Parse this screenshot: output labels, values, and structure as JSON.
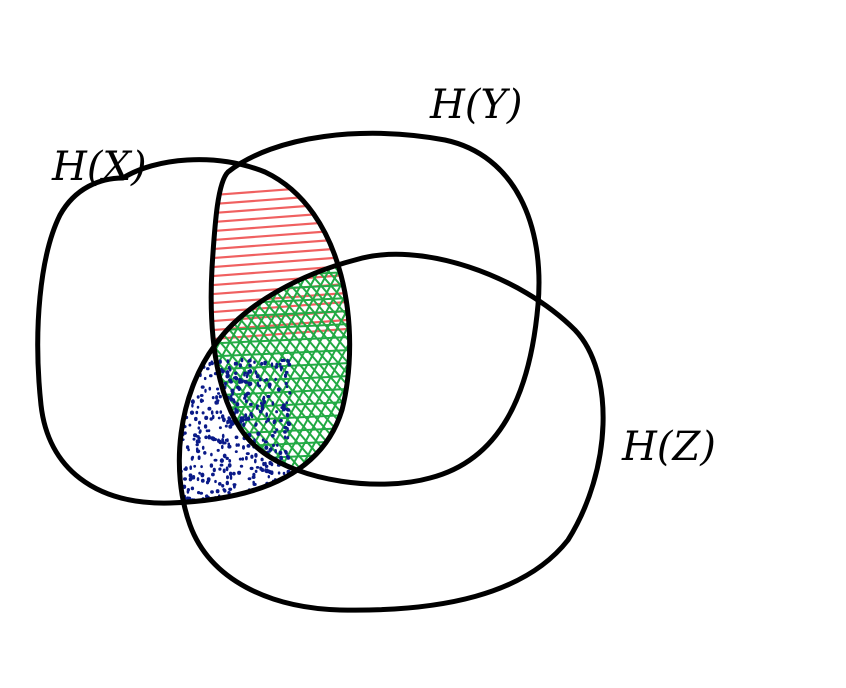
{
  "diagram": {
    "sets": [
      {
        "id": "x",
        "label": "H(X)"
      },
      {
        "id": "y",
        "label": "H(Y)"
      },
      {
        "id": "z",
        "label": "H(Z)"
      }
    ],
    "colors": {
      "ink": "#000000",
      "hatch_xy_only": "#f06060",
      "crosshatch_xyz": "#22aa44",
      "dots_xz_only": "#0a1a88"
    }
  }
}
